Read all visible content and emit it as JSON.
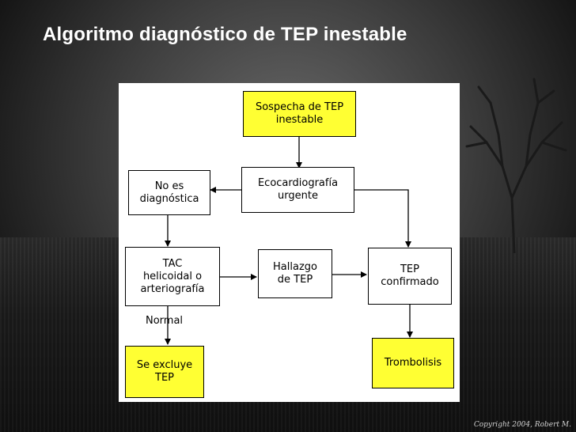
{
  "slide": {
    "title": "Algoritmo diagnóstico de TEP inestable",
    "copyright": "Copyright 2004, Robert M."
  },
  "diagram": {
    "nodes": {
      "sospecha": "Sospecha de TEP\ninestable",
      "eco": "Ecocardiografía\nurgente",
      "no_diag": "No es\ndiagnóstica",
      "tac": "TAC\nhelicoidal o\narteriografía",
      "hallazgo": "Hallazgo\nde TEP",
      "confirmado": "TEP\nconfirmado",
      "excluye": "Se excluye\nTEP",
      "trombolisis": "Trombolisis"
    },
    "edge_labels": {
      "normal": "Normal"
    },
    "colors": {
      "highlight": "#ffff33",
      "box": "#ffffff",
      "stroke": "#000000"
    }
  }
}
